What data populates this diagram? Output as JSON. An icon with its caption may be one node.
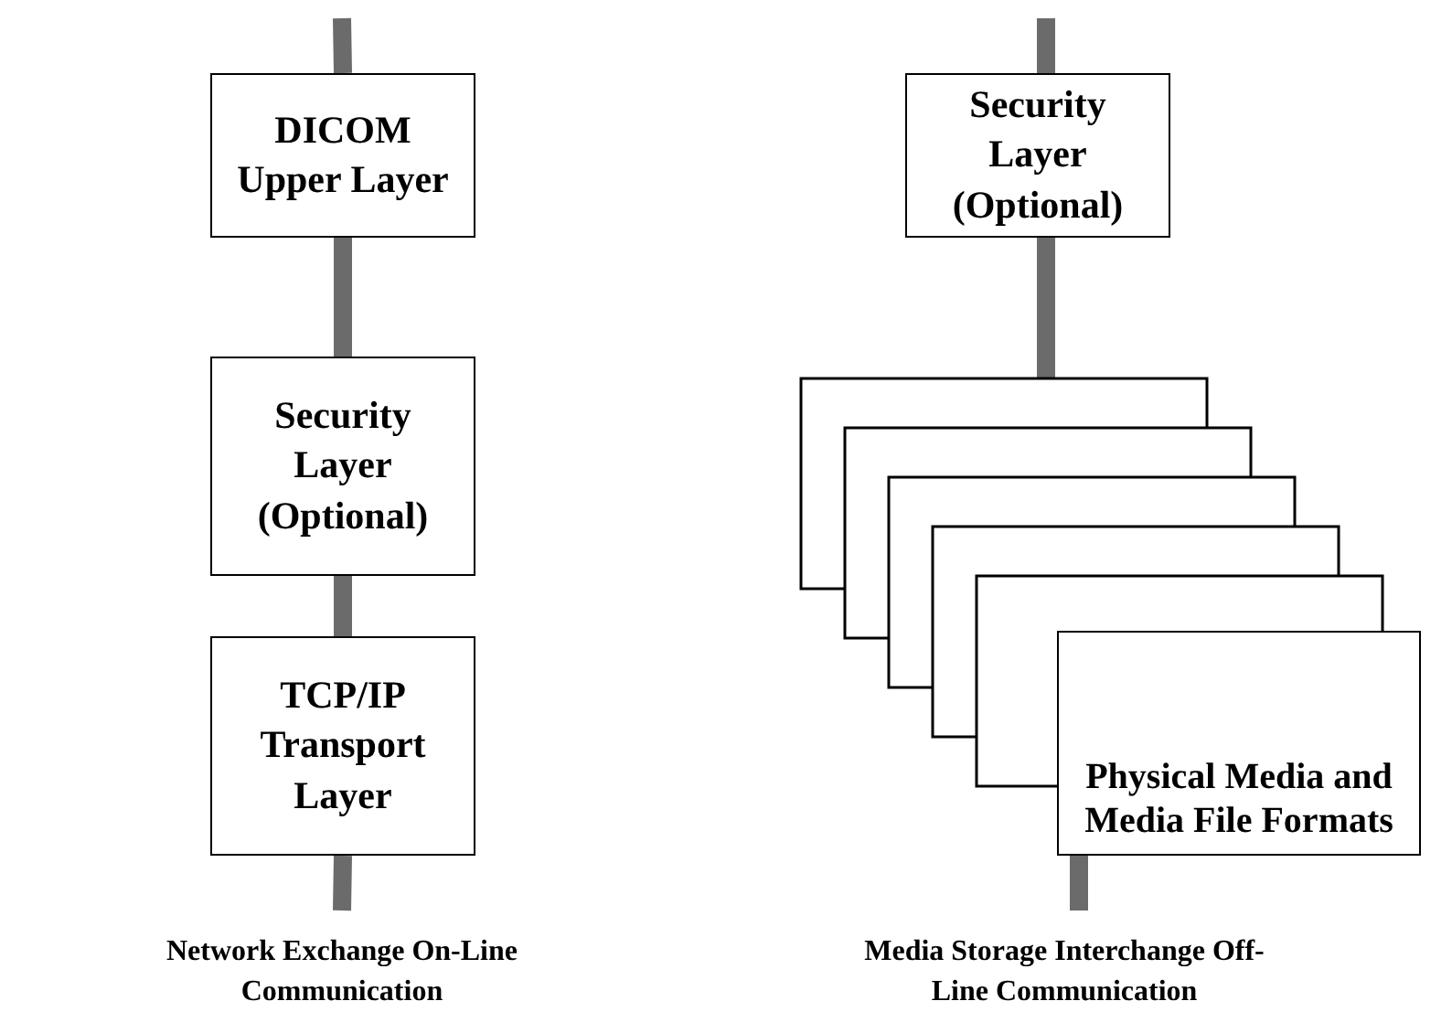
{
  "diagram": {
    "nodes": [
      {
        "text": [
          "DICOM Upper Layer"
        ]
      },
      {
        "text": [
          "Security Layer (Optional)"
        ]
      },
      {
        "text": [
          "TCP/IP Transport Layer"
        ]
      },
      {
        "text": [
          "Security Layer (Optional)"
        ]
      },
      {
        "text": [],
        "shape": "box"
      },
      {
        "text": [],
        "shape": "box"
      },
      {
        "text": [],
        "shape": "box"
      },
      {
        "text": [],
        "shape": "box"
      },
      {
        "text": [],
        "shape": "box"
      },
      {
        "text": [
          "Physical Media and Media File Formats"
        ]
      }
    ],
    "edges": [
      {
        "from": null,
        "to": 0,
        "arrow": "none"
      },
      {
        "from": 0,
        "to": 1,
        "arrow": "none"
      },
      {
        "from": 1,
        "to": 2,
        "arrow": "none"
      },
      {
        "from": 2,
        "to": null,
        "arrow": "none"
      },
      {
        "from": null,
        "to": 3,
        "arrow": "none"
      },
      {
        "from": 3,
        "to": 4,
        "arrow": "none"
      },
      {
        "from": 9,
        "to": null,
        "arrow": "none"
      }
    ],
    "labels": [
      "Network Exchange On-Line Communication",
      "Media Storage Interchange Off-Line Communication"
    ]
  }
}
